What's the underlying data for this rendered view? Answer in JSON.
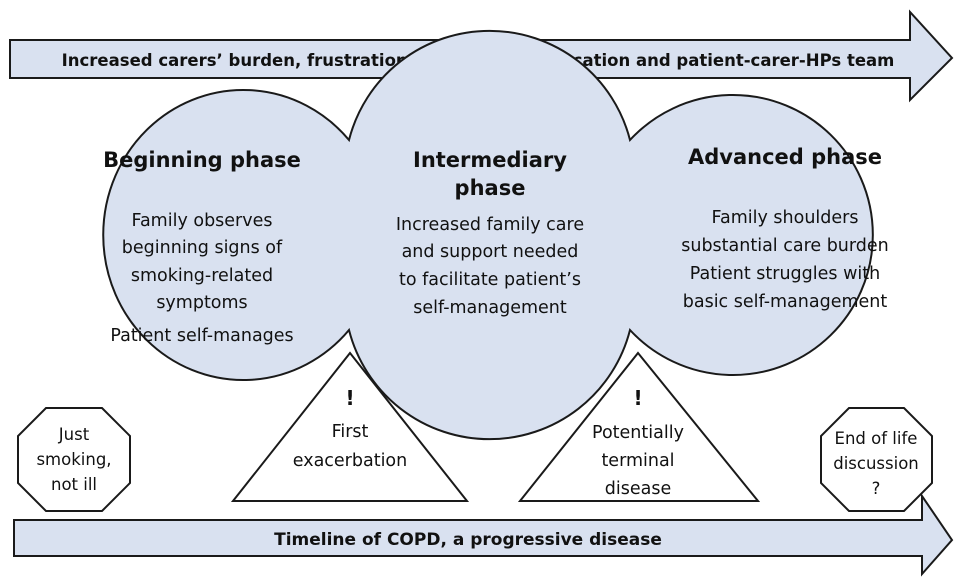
{
  "top_arrow": {
    "text": "Increased carers’  burden, frustration and need for education and patient-carer-HPs team"
  },
  "bottom_arrow": {
    "text": "Timeline of COPD, a progressive disease"
  },
  "phases": [
    {
      "title_lines": [
        "Beginning phase"
      ],
      "body_lines": [
        "Family observes",
        "beginning signs of",
        "smoking-related",
        "symptoms",
        "Patient self-manages"
      ]
    },
    {
      "title_lines": [
        "Intermediary",
        "phase"
      ],
      "body_lines": [
        "Increased family care",
        "and support needed",
        "to facilitate patient’s",
        "self-management"
      ]
    },
    {
      "title_lines": [
        "Advanced phase"
      ],
      "body_lines": [
        "Family shoulders",
        "substantial care burden",
        "Patient struggles with",
        "basic self-management"
      ]
    }
  ],
  "milestones": [
    {
      "mark": "!",
      "lines": [
        "First",
        "exacerbation"
      ]
    },
    {
      "mark": "!",
      "lines": [
        "Potentially",
        "terminal",
        "disease"
      ]
    }
  ],
  "stops": [
    {
      "lines": [
        "Just",
        "smoking,",
        "not ill"
      ]
    },
    {
      "lines": [
        "End of life",
        "discussion",
        "?"
      ]
    }
  ],
  "colors": {
    "fill": "#d9e1f0",
    "stroke": "#1a1a1a"
  }
}
